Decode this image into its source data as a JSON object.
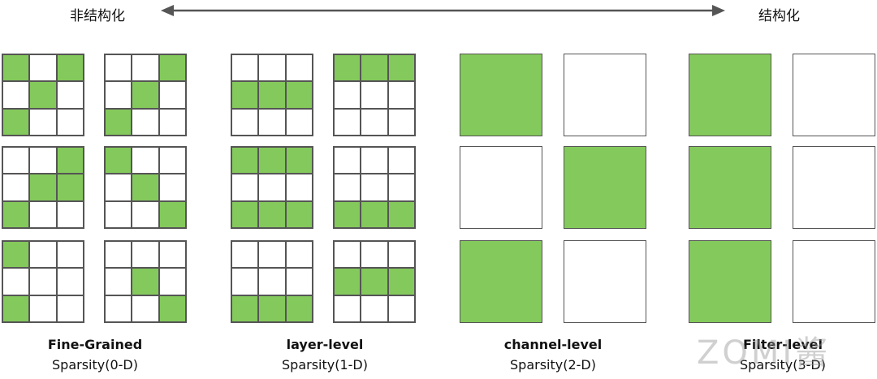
{
  "header": {
    "left_label": "非结构化",
    "right_label": "结构化"
  },
  "colors": {
    "filled": "#84c95c",
    "empty": "#ffffff",
    "border": "#555555"
  },
  "groups": [
    {
      "name": "Fine-Grained",
      "sub": "Sparsity(0-D)",
      "type": "grid",
      "kernels": [
        [
          [
            1,
            0,
            1
          ],
          [
            0,
            1,
            0
          ],
          [
            1,
            0,
            0
          ]
        ],
        [
          [
            0,
            0,
            1
          ],
          [
            0,
            1,
            0
          ],
          [
            1,
            0,
            0
          ]
        ],
        [
          [
            0,
            0,
            1
          ],
          [
            0,
            1,
            1
          ],
          [
            1,
            0,
            0
          ]
        ],
        [
          [
            1,
            0,
            0
          ],
          [
            0,
            1,
            0
          ],
          [
            0,
            0,
            1
          ]
        ],
        [
          [
            1,
            0,
            0
          ],
          [
            0,
            0,
            0
          ],
          [
            1,
            0,
            0
          ]
        ],
        [
          [
            0,
            0,
            0
          ],
          [
            0,
            1,
            0
          ],
          [
            0,
            0,
            1
          ]
        ]
      ]
    },
    {
      "name": "layer-level",
      "sub": "Sparsity(1-D)",
      "type": "grid",
      "kernels": [
        [
          [
            0,
            0,
            0
          ],
          [
            1,
            1,
            1
          ],
          [
            0,
            0,
            0
          ]
        ],
        [
          [
            1,
            1,
            1
          ],
          [
            0,
            0,
            0
          ],
          [
            0,
            0,
            0
          ]
        ],
        [
          [
            1,
            1,
            1
          ],
          [
            0,
            0,
            0
          ],
          [
            1,
            1,
            1
          ]
        ],
        [
          [
            0,
            0,
            0
          ],
          [
            0,
            0,
            0
          ],
          [
            1,
            1,
            1
          ]
        ],
        [
          [
            0,
            0,
            0
          ],
          [
            0,
            0,
            0
          ],
          [
            1,
            1,
            1
          ]
        ],
        [
          [
            0,
            0,
            0
          ],
          [
            1,
            1,
            1
          ],
          [
            0,
            0,
            0
          ]
        ]
      ]
    },
    {
      "name": "channel-level",
      "sub": "Sparsity(2-D)",
      "type": "block",
      "blocks": [
        1,
        0,
        0,
        1,
        1,
        0
      ]
    },
    {
      "name": "Filter-level",
      "sub": "Sparsity(3-D)",
      "type": "block",
      "blocks": [
        1,
        0,
        1,
        0,
        1,
        0
      ]
    }
  ],
  "watermark": "ZOMI酱"
}
